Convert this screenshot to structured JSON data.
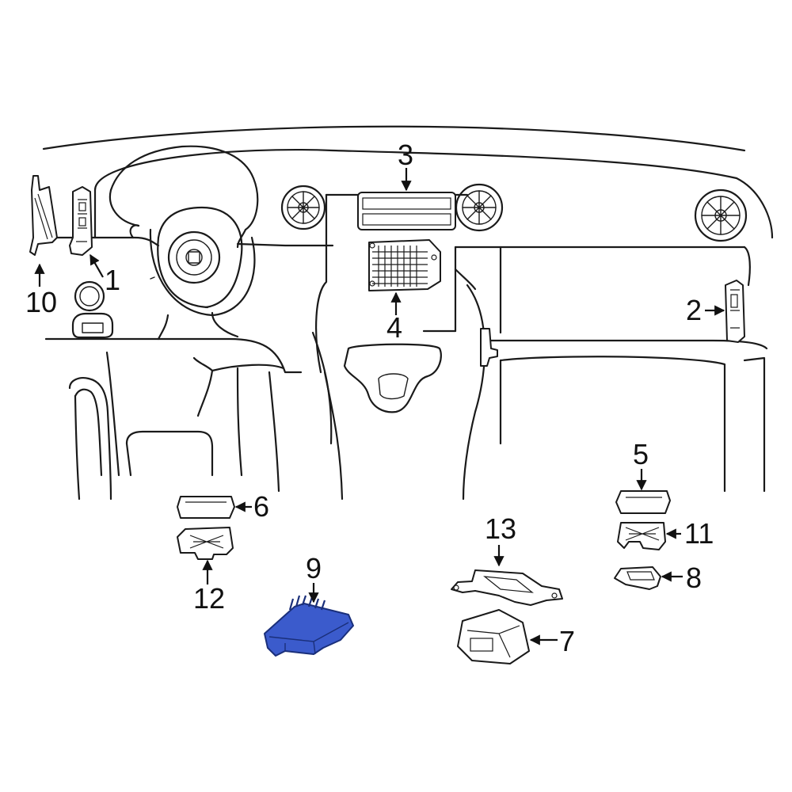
{
  "callouts": [
    {
      "id": "1",
      "label": "1"
    },
    {
      "id": "2",
      "label": "2"
    },
    {
      "id": "3",
      "label": "3"
    },
    {
      "id": "4",
      "label": "4"
    },
    {
      "id": "5",
      "label": "5"
    },
    {
      "id": "6",
      "label": "6"
    },
    {
      "id": "7",
      "label": "7"
    },
    {
      "id": "8",
      "label": "8"
    },
    {
      "id": "9",
      "label": "9"
    },
    {
      "id": "10",
      "label": "10"
    },
    {
      "id": "11",
      "label": "11"
    },
    {
      "id": "12",
      "label": "12"
    },
    {
      "id": "13",
      "label": "13"
    }
  ],
  "colors": {
    "line": "#1a1a1a",
    "highlight_fill": "#3b5bcc",
    "highlight_stroke": "#1a2f7a",
    "background": "#ffffff"
  },
  "highlighted_part": "9"
}
